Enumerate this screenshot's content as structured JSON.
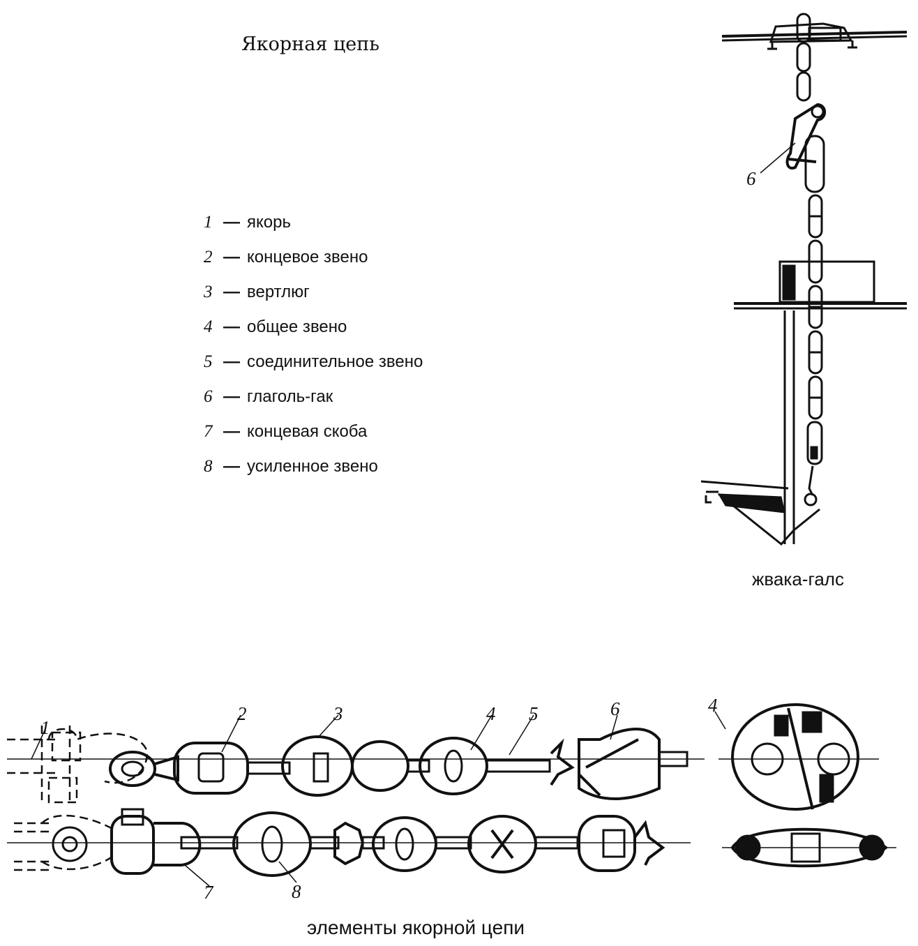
{
  "title": "Якорная цепь",
  "legend": [
    {
      "num": "1",
      "text": "якорь"
    },
    {
      "num": "2",
      "text": "концевое звено"
    },
    {
      "num": "3",
      "text": "вертлюг"
    },
    {
      "num": "4",
      "text": "общее звено"
    },
    {
      "num": "5",
      "text": "соединительное звено"
    },
    {
      "num": "6",
      "text": "глаголь-гак"
    },
    {
      "num": "7",
      "text": "концевая  скоба"
    },
    {
      "num": "8",
      "text": "усиленное звено"
    }
  ],
  "captions": {
    "right": "жвака-галс",
    "bottom": "элементы якорной цепи"
  },
  "callouts": {
    "c1": "1",
    "c2": "2",
    "c3": "3",
    "c4a": "4",
    "c5": "5",
    "c6a": "6",
    "c6b": "6",
    "c4b": "4",
    "c7": "7",
    "c8": "8"
  }
}
